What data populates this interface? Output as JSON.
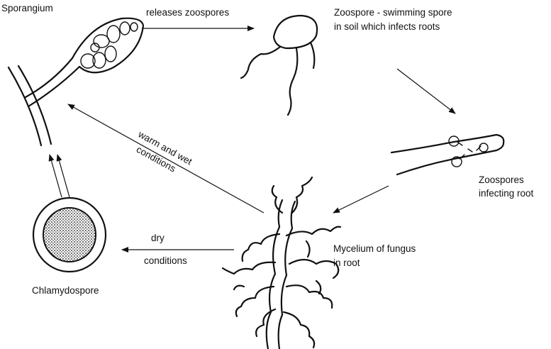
{
  "labels": {
    "sporangium": "Sporangium",
    "releases": "releases zoospores",
    "zoospore_line1": "Zoospore - swimming spore",
    "zoospore_line2": "in soil which infects roots",
    "infecting_line1": "Zoospores",
    "infecting_line2": "infecting root",
    "mycelium_line1": "Mycelium of fungus",
    "mycelium_line2": "in root",
    "warm_line1": "warm and wet",
    "warm_line2": "conditions",
    "dry_line1": "dry",
    "dry_line2": "conditions",
    "chlamydospore": "Chlamydospore"
  },
  "colors": {
    "ink": "#111111",
    "background": "#ffffff"
  }
}
